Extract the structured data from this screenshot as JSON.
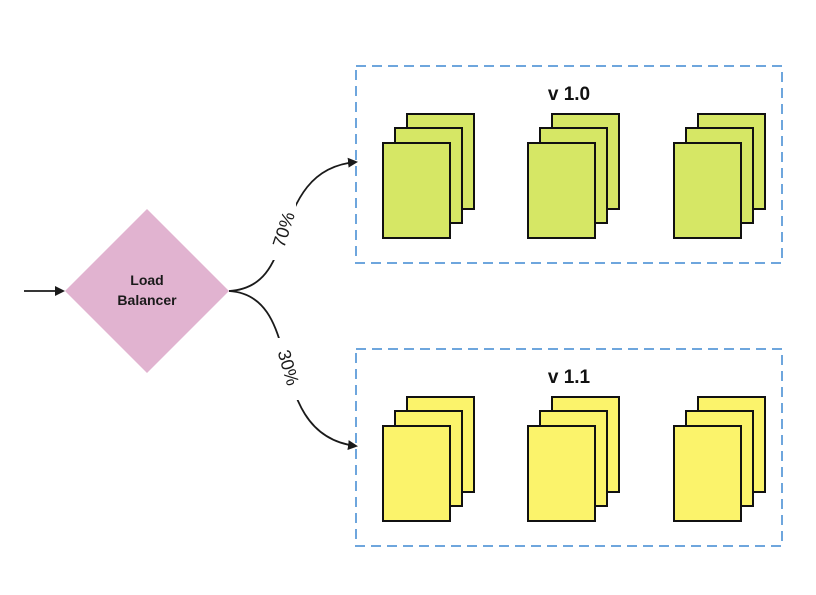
{
  "load_balancer": {
    "label_line1": "Load",
    "label_line2": "Balancer",
    "color": "#e1b3d0"
  },
  "routes": [
    {
      "percent_label": "70%",
      "share": 0.7
    },
    {
      "percent_label": "30%",
      "share": 0.3
    }
  ],
  "groups": [
    {
      "title": "v 1.0",
      "card_color": "#d6e765",
      "instances": 3
    },
    {
      "title": "v 1.1",
      "card_color": "#fbf36b",
      "instances": 3
    }
  ],
  "group_border_color": "#6ea6dd"
}
